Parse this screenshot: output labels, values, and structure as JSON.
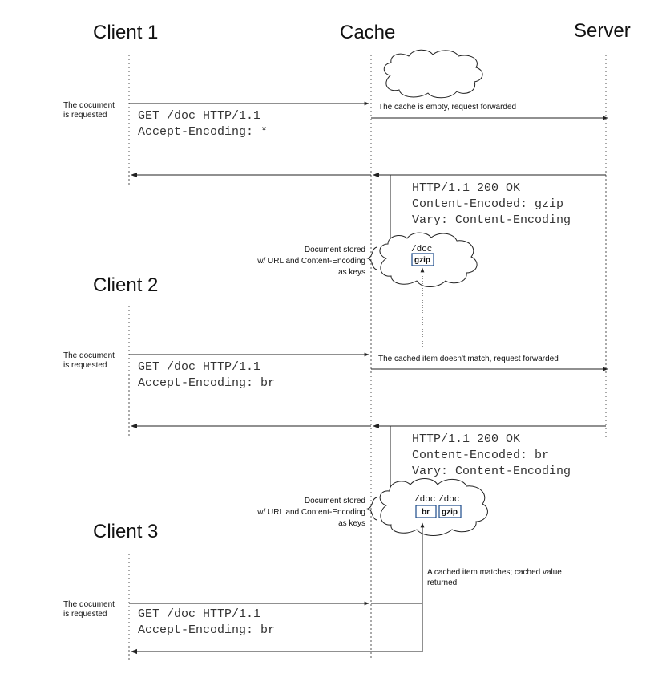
{
  "lanes": {
    "client1": "Client 1",
    "cache": "Cache",
    "server": "Server",
    "client2": "Client 2",
    "client3": "Client 3"
  },
  "notes": {
    "requested_line1": "The document",
    "requested_line2": "is requested",
    "stored_line1": "Document stored",
    "stored_line2": "w/ URL and Content-Encoding",
    "stored_line3": "as keys",
    "cache_empty": "The cache is empty, request forwarded",
    "no_match": "The cached item doesn't match, request forwarded",
    "match_line1": "A cached item matches; cached value",
    "match_line2": "returned"
  },
  "requests": {
    "r1_line1": "GET /doc HTTP/1.1",
    "r1_line2": "Accept-Encoding: *",
    "r2_line1": "GET /doc HTTP/1.1",
    "r2_line2": "Accept-Encoding: br",
    "r3_line1": "GET /doc HTTP/1.1",
    "r3_line2": "Accept-Encoding: br"
  },
  "responses": {
    "resp1_line1": "HTTP/1.1 200 OK",
    "resp1_line2": "Content-Encoded: gzip",
    "resp1_line3": "Vary: Content-Encoding",
    "resp2_line1": "HTTP/1.1 200 OK",
    "resp2_line2": "Content-Encoded: br",
    "resp2_line3": "Vary: Content-Encoding"
  },
  "cache_entries": {
    "url1": "/doc",
    "enc1": "gzip",
    "url2a": "/doc",
    "url2b": "/doc",
    "enc2a": "br",
    "enc2b": "gzip"
  }
}
